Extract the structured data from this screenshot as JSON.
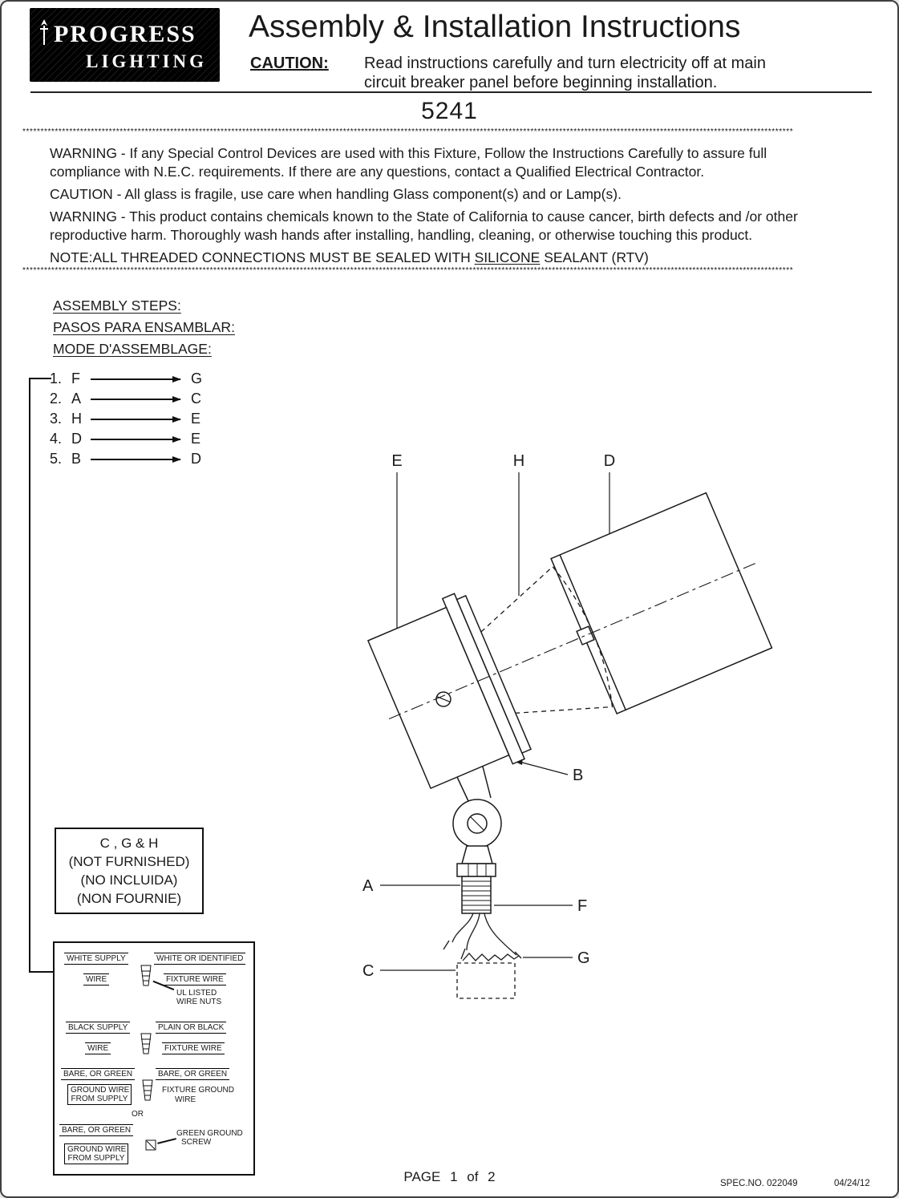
{
  "brand": {
    "line1": "PROGRESS",
    "line2": "LIGHTING"
  },
  "header": {
    "title": "Assembly & Installation Instructions",
    "caution_label": "CAUTION:",
    "caution_text": "Read instructions carefully and turn electricity off at main circuit breaker panel before beginning installation."
  },
  "model": "5241",
  "stars": "**********************************************************************************************************************************************************************************************************************",
  "warnings": [
    "WARNING - If any Special Control Devices are used with this Fixture, Follow the Instructions Carefully to assure full compliance with N.E.C. requirements. If there are any questions, contact a Qualified Electrical Contractor.",
    "CAUTION - All glass is fragile, use care when handling Glass component(s) and or Lamp(s).",
    "WARNING - This product contains chemicals known to the State of California to cause cancer, birth defects and /or other reproductive harm.  Thoroughly wash hands after installing, handling, cleaning, or otherwise touching this product."
  ],
  "note": {
    "prefix": "NOTE:ALL THREADED CONNECTIONS MUST BE SEALED WITH ",
    "underlined": "SILICONE",
    "suffix": " SEALANT (RTV)"
  },
  "assembly": {
    "heading_en": "ASSEMBLY STEPS:",
    "heading_es": "PASOS PARA ENSAMBLAR:",
    "heading_fr": "MODE D'ASSEMBLAGE:",
    "steps": [
      {
        "n": "1.",
        "from": "F",
        "to": "G"
      },
      {
        "n": "2.",
        "from": "A",
        "to": "C"
      },
      {
        "n": "3.",
        "from": "H",
        "to": "E"
      },
      {
        "n": "4.",
        "from": "D",
        "to": "E"
      },
      {
        "n": "5.",
        "from": "B",
        "to": "D"
      }
    ]
  },
  "diagram": {
    "labels": {
      "E": "E",
      "H": "H",
      "D": "D",
      "B": "B",
      "A": "A",
      "F": "F",
      "C": "C",
      "G": "G"
    }
  },
  "not_furnished": {
    "line1": "C , G & H",
    "line2": "(NOT FURNISHED)",
    "line3": "(NO INCLUIDA)",
    "line4": "(NON FOURNIE)"
  },
  "wiring": {
    "g1": {
      "supply1": "WHITE SUPPLY",
      "supply2": "WIRE",
      "fixture1": "WHITE OR IDENTIFIED",
      "fixture2": "FIXTURE WIRE",
      "nut1": "UL LISTED",
      "nut2": "WIRE NUTS"
    },
    "g2": {
      "supply1": "BLACK SUPPLY",
      "supply2": "WIRE",
      "fixture1": "PLAIN OR BLACK",
      "fixture2": "FIXTURE WIRE"
    },
    "g3": {
      "supply1": "BARE, OR GREEN",
      "supply2": "GROUND WIRE",
      "supply3": "FROM SUPPLY",
      "fixture1": "BARE, OR GREEN",
      "fixture2": "FIXTURE GROUND",
      "fixture3": "WIRE"
    },
    "or": "OR",
    "g4": {
      "supply1": "BARE, OR GREEN",
      "supply2": "GROUND WIRE",
      "supply3": "FROM SUPPLY",
      "fixture1": "GREEN GROUND",
      "fixture2": "SCREW"
    }
  },
  "footer": {
    "page": "PAGE 1 of 2",
    "spec": "SPEC.NO.  022049",
    "date": "04/24/12"
  }
}
